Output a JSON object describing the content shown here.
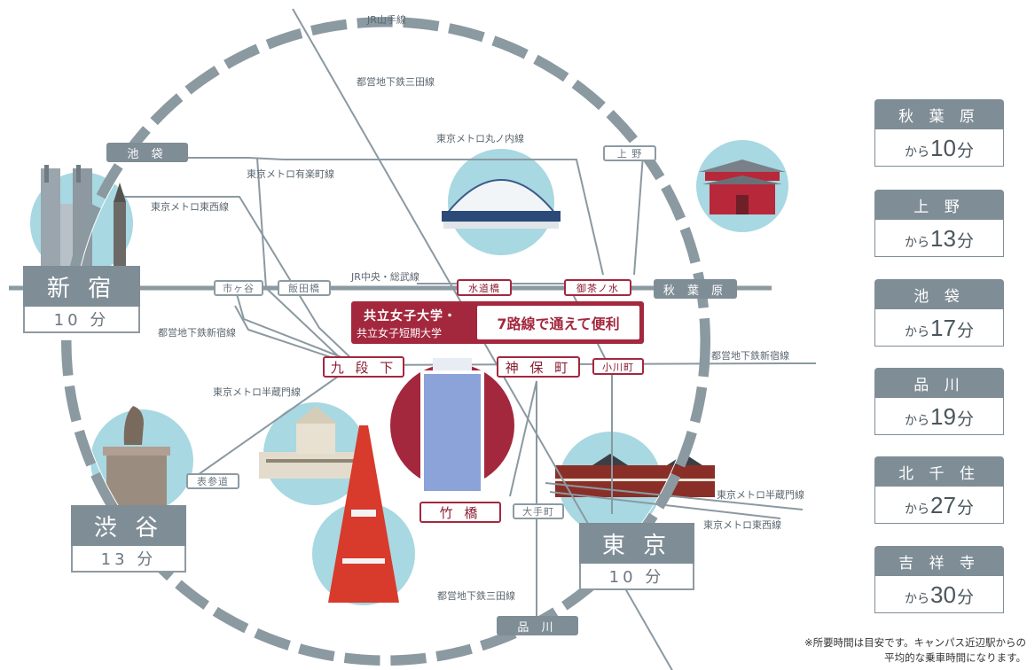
{
  "lines": {
    "jr_yamanote": "JR山手線",
    "mita_top": "都営地下鉄三田線",
    "marunouchi": "東京メトロ丸ノ内線",
    "yurakucho": "東京メトロ有楽町線",
    "tozai_left": "東京メトロ東西線",
    "chuo_sobu": "JR中央・総武線",
    "shinjuku_left": "都営地下鉄新宿線",
    "shinjuku_right": "都営地下鉄新宿線",
    "hanzomon_left": "東京メトロ半蔵門線",
    "hanzomon_right": "東京メトロ半蔵門線",
    "tozai_right": "東京メトロ東西線",
    "mita_bottom": "都営地下鉄三田線"
  },
  "stations": {
    "ikebukuro": "池 袋",
    "ueno": "上 野",
    "ichigaya": "市ヶ谷",
    "iidabashi": "飯田橋",
    "suidobashi": "水道橋",
    "ochanomizu": "御茶ノ水",
    "akihabara": "秋 葉 原",
    "kudanshita": "九 段 下",
    "jimbocho": "神 保 町",
    "ogawamachi": "小川町",
    "omotesando": "表参道",
    "takebashi": "竹 橋",
    "otemachi": "大手町",
    "shinagawa": "品 川"
  },
  "major": {
    "shinjuku": {
      "name": "新 宿",
      "time": "10 分"
    },
    "shibuya": {
      "name": "渋 谷",
      "time": "13 分"
    },
    "tokyo": {
      "name": "東 京",
      "time": "10 分"
    }
  },
  "callout": {
    "line1": "共立女子大学・",
    "line2": "共立女子短期大学",
    "tagline": "7路線で通えて便利"
  },
  "cards": [
    {
      "station": "秋 葉 原",
      "from": "から",
      "minutes": "10",
      "unit": "分"
    },
    {
      "station": "上 野",
      "from": "から",
      "minutes": "13",
      "unit": "分"
    },
    {
      "station": "池 袋",
      "from": "から",
      "minutes": "17",
      "unit": "分"
    },
    {
      "station": "品 川",
      "from": "から",
      "minutes": "19",
      "unit": "分"
    },
    {
      "station": "北 千 住",
      "from": "から",
      "minutes": "27",
      "unit": "分"
    },
    {
      "station": "吉 祥 寺",
      "from": "から",
      "minutes": "30",
      "unit": "分"
    }
  ],
  "note": {
    "line1": "※所要時間は目安です。キャンパス近辺駅からの",
    "line2": "平均的な乗車時間になります。"
  },
  "colors": {
    "accent": "#a3283e",
    "gray": "#7f8d96",
    "circle": "#a8d8e2"
  }
}
